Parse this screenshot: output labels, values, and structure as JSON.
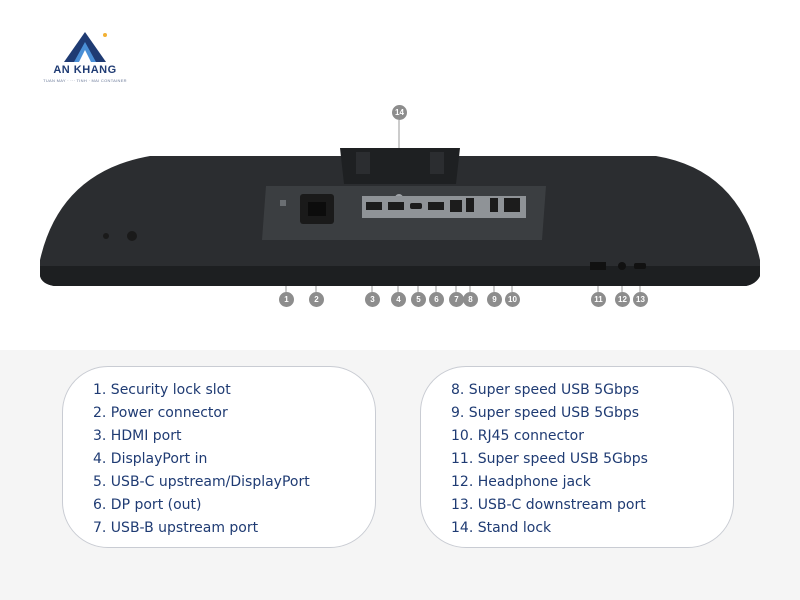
{
  "brand": {
    "name": "AN KHANG",
    "tagline": "TUAN MAY · ··· TINH · MAI CONTAINER"
  },
  "callouts": [
    "1",
    "2",
    "3",
    "4",
    "5",
    "6",
    "7",
    "8",
    "9",
    "10",
    "11",
    "12",
    "13",
    "14"
  ],
  "ports_left": [
    "1. Security lock slot",
    "2. Power connector",
    "3. HDMI port",
    "4. DisplayPort in",
    "5. USB-C upstream/DisplayPort",
    "6. DP port (out)",
    "7. USB-B upstream port"
  ],
  "ports_right": [
    "8. Super speed USB 5Gbps",
    "9. Super speed USB 5Gbps",
    "10. RJ45 connector",
    "11. Super speed USB 5Gbps",
    "12. Headphone jack",
    "13. USB-C downstream port",
    "14. Stand lock"
  ],
  "colors": {
    "brand": "#1f3b73",
    "monitor": "#2b2d30",
    "callout": "#8d8d8d"
  }
}
